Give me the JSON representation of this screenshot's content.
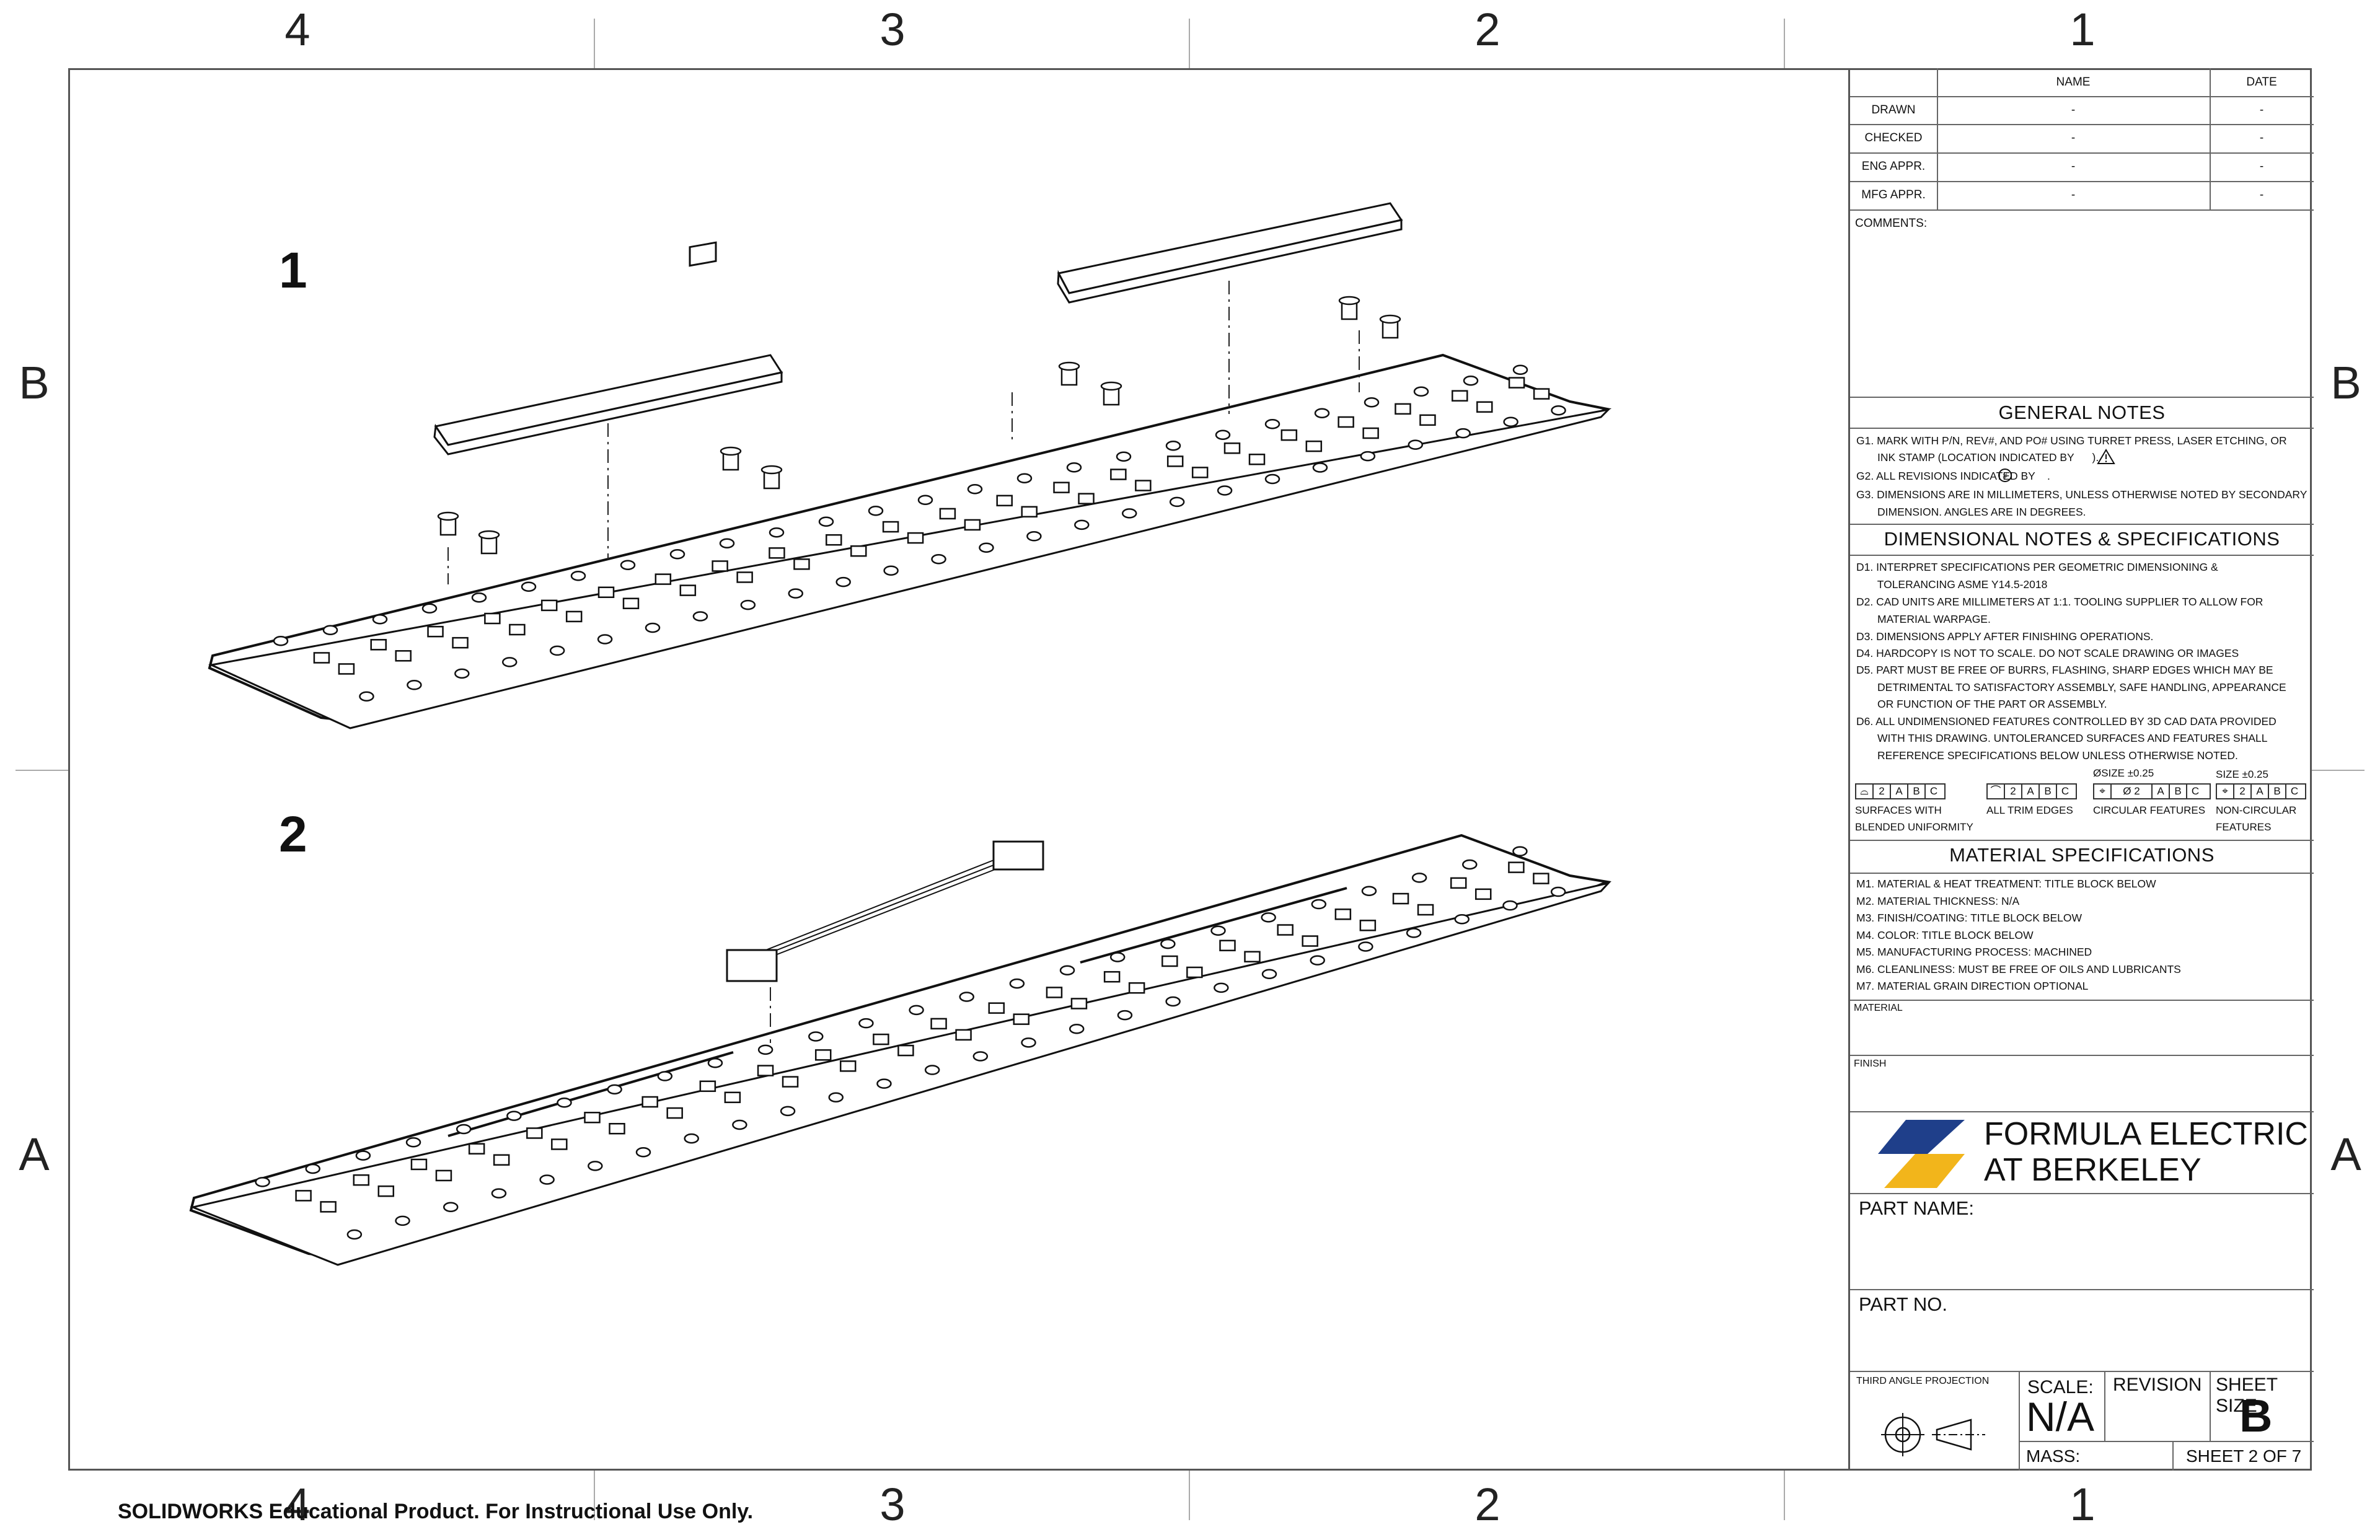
{
  "zones": {
    "top": [
      "4",
      "3",
      "2",
      "1"
    ],
    "bottom": [
      "4",
      "3",
      "2",
      "1"
    ],
    "left": [
      "B",
      "A"
    ],
    "right": [
      "B",
      "A"
    ]
  },
  "steps": [
    "1",
    "2"
  ],
  "watermark": "SOLIDWORKS Educational Product. For Instructional Use Only.",
  "approvals": {
    "headers": {
      "blank": "",
      "name": "NAME",
      "date": "DATE"
    },
    "rows": [
      {
        "label": "DRAWN",
        "name": "-",
        "date": "-"
      },
      {
        "label": "CHECKED",
        "name": "-",
        "date": "-"
      },
      {
        "label": "ENG APPR.",
        "name": "-",
        "date": "-"
      },
      {
        "label": "MFG APPR.",
        "name": "-",
        "date": "-"
      }
    ]
  },
  "comments_label": "COMMENTS:",
  "general_notes": {
    "title": "GENERAL NOTES",
    "lines": [
      "G1. MARK WITH P/N, REV#, AND PO# USING TURRET PRESS, LASER ETCHING, OR",
      "       INK STAMP (LOCATION INDICATED BY      ).",
      "G2. ALL REVISIONS INDICATED BY    .",
      "G3. DIMENSIONS ARE IN MILLIMETERS, UNLESS OTHERWISE NOTED BY SECONDARY",
      "       DIMENSION. ANGLES ARE IN DEGREES."
    ]
  },
  "dimensional_notes": {
    "title": "DIMENSIONAL NOTES & SPECIFICATIONS",
    "lines": [
      "D1. INTERPRET SPECIFICATIONS PER GEOMETRIC DIMENSIONING &",
      "       TOLERANCING ASME Y14.5-2018",
      "D2. CAD UNITS ARE MILLIMETERS AT 1:1. TOOLING SUPPLIER TO ALLOW FOR",
      "       MATERIAL WARPAGE.",
      "D3. DIMENSIONS APPLY AFTER FINISHING OPERATIONS.",
      "D4. HARDCOPY IS NOT TO SCALE. DO NOT SCALE DRAWING OR IMAGES",
      "D5. PART MUST BE FREE OF BURRS, FLASHING, SHARP EDGES WHICH MAY BE",
      "       DETRIMENTAL TO SATISFACTORY ASSEMBLY, SAFE HANDLING, APPEARANCE",
      "       OR FUNCTION OF THE PART OR ASSEMBLY.",
      "D6. ALL UNDIMENSIONED FEATURES CONTROLLED BY 3D CAD DATA PROVIDED",
      "       WITH THIS DRAWING. UNTOLERANCED SURFACES AND FEATURES SHALL",
      "       REFERENCE SPECIFICATIONS BELOW UNLESS OTHERWISE NOTED."
    ],
    "size_tol_1": "ØSIZE ±0.25",
    "size_tol_2": "SIZE ±0.25",
    "frames": [
      {
        "cells": [
          "2",
          "A",
          "B",
          "C"
        ],
        "label1": "SURFACES WITH",
        "label2": "BLENDED UNIFORMITY"
      },
      {
        "cells": [
          "2",
          "A",
          "B",
          "C"
        ],
        "label1": "ALL TRIM EDGES",
        "label2": ""
      },
      {
        "cells": [
          "Ø 2",
          "A",
          "B",
          "C"
        ],
        "label1": "CIRCULAR FEATURES",
        "label2": ""
      },
      {
        "cells": [
          "2",
          "A",
          "B",
          "C"
        ],
        "label1": "NON-CIRCULAR",
        "label2": "FEATURES"
      }
    ]
  },
  "material_specs": {
    "title": "MATERIAL SPECIFICATIONS",
    "lines": [
      "M1. MATERIAL & HEAT TREATMENT: TITLE BLOCK BELOW",
      "M2. MATERIAL THICKNESS: N/A",
      "M3. FINISH/COATING: TITLE BLOCK BELOW",
      "M4. COLOR: TITLE BLOCK BELOW",
      "M5. MANUFACTURING PROCESS: MACHINED",
      "M6. CLEANLINESS: MUST BE FREE OF OILS AND LUBRICANTS",
      "M7. MATERIAL GRAIN DIRECTION OPTIONAL"
    ]
  },
  "material_label": "MATERIAL",
  "finish_label": "FINISH",
  "org": {
    "line1": "FORMULA ELECTRIC",
    "line2": "AT BERKELEY",
    "blue": "#1f3f8a",
    "gold": "#f2b51b"
  },
  "part_name_label": "PART NAME:",
  "part_no_label": "PART  NO.",
  "projection_label": "THIRD ANGLE PROJECTION",
  "scale_label": "SCALE:",
  "scale_value": "N/A",
  "revision_label": "REVISION",
  "sheet_size_label": "SHEET SIZE",
  "sheet_size_value": "B",
  "mass_label": "MASS:",
  "sheet_label": "SHEET 2 OF 7"
}
